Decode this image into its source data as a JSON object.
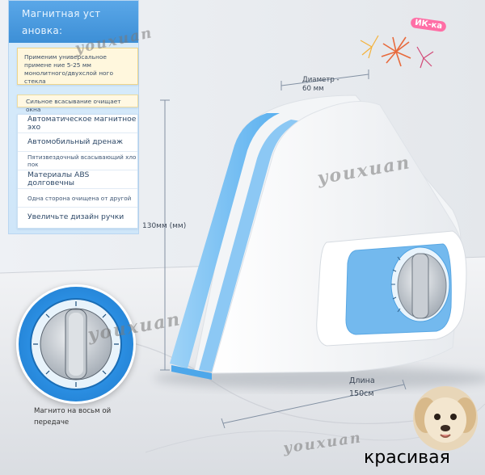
{
  "panel": {
    "title": "Магнитная уст ановка:",
    "card1_text": "Применим универсальное примене ние 5-25 мм монолитного/двухслой ного стекла",
    "card2_text": "Сильное всасывание очищает окна",
    "features": [
      {
        "label": "Автоматическое магнитное эхо"
      },
      {
        "label": "Автомобильный дренаж"
      },
      {
        "label": "Пятизвездочный всасывающий хло пок"
      },
      {
        "label": "Материалы ABS долговечны"
      },
      {
        "label": "Одна сторона очищена от другой"
      },
      {
        "label": "Увеличьте дизайн ручки"
      }
    ]
  },
  "dimensions": {
    "diameter": "Диаметр - 60 мм",
    "height": "130мм (мм)",
    "length_label": "Длина",
    "length_value": "150см"
  },
  "zoom_caption": "Магнито на восьм ой передаче",
  "tag": "ИК-ка",
  "bottom_word": "красивая",
  "watermarks": [
    "youxuan",
    "youxuan",
    "youxuan",
    "youxuan"
  ],
  "colors": {
    "accent_blue": "#3d8fd6",
    "device_white": "#f7f8fa",
    "device_blue": "#7fc1f2"
  }
}
